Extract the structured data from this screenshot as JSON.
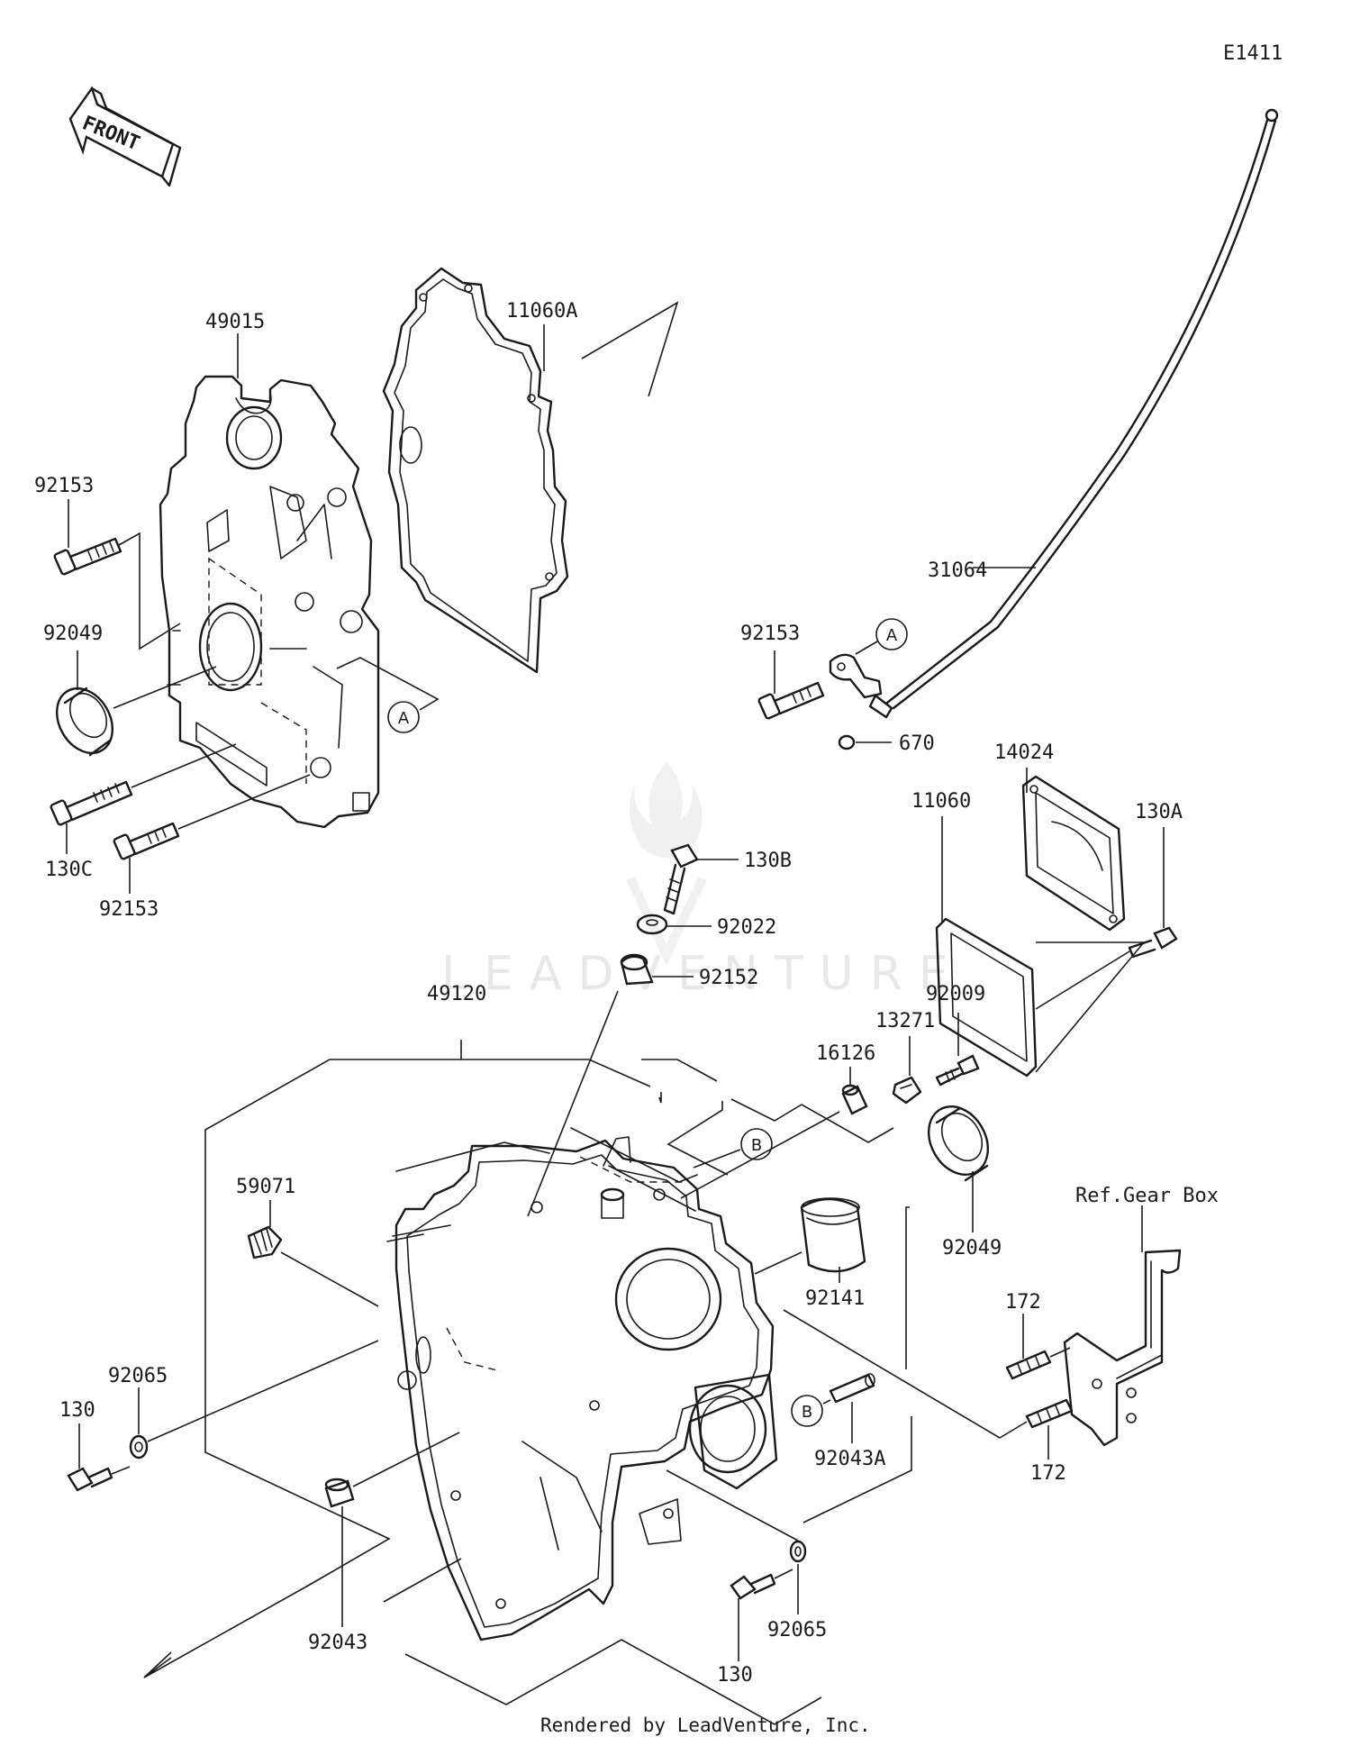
{
  "diagram": {
    "code": "E1411",
    "footer": "Rendered by LeadVenture, Inc.",
    "watermark": "LEADVENTURE",
    "front_label": "FRONT",
    "ref_gear_box": "Ref.Gear Box"
  },
  "callouts": {
    "c49015": "49015",
    "c11060A": "11060A",
    "c92153_a": "92153",
    "c92049_a": "92049",
    "c130C": "130C",
    "c92153_b": "92153",
    "c31064": "31064",
    "c92153_c": "92153",
    "c670": "670",
    "c14024": "14024",
    "c11060": "11060",
    "c130A": "130A",
    "c130B": "130B",
    "c92022": "92022",
    "c92152": "92152",
    "c49120": "49120",
    "c92009": "92009",
    "c13271": "13271",
    "c16126": "16126",
    "c59071": "59071",
    "c92049_b": "92049",
    "c92141": "92141",
    "c172_a": "172",
    "c172_b": "172",
    "c92043A": "92043A",
    "c92065_a": "92065",
    "c130_a": "130",
    "c92043": "92043",
    "c92065_b": "92065",
    "c130_b": "130"
  },
  "refs": {
    "a1": "A",
    "a2": "A",
    "b1": "B",
    "b2": "B"
  }
}
